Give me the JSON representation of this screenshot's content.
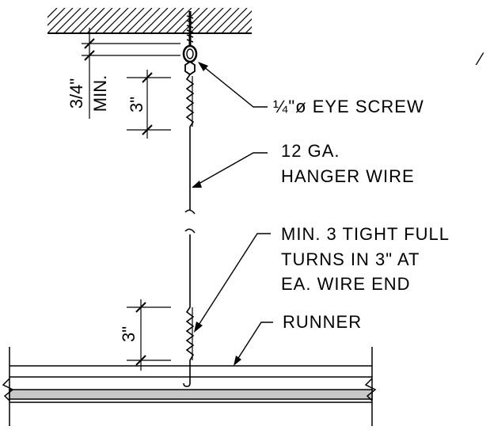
{
  "labels": {
    "eye_screw": "¼\"ø EYE SCREW",
    "hanger_1": "12 GA.",
    "hanger_2": "HANGER WIRE",
    "turns_1": "MIN. 3 TIGHT FULL",
    "turns_2": "TURNS IN 3\" AT",
    "turns_3": "EA. WIRE END",
    "runner": "RUNNER"
  },
  "dimensions": {
    "clear_value": "3/4\"",
    "clear_min": "MIN.",
    "top_wrap": "3\"",
    "bottom_wrap": "3\""
  },
  "corner_mark": "⁄"
}
